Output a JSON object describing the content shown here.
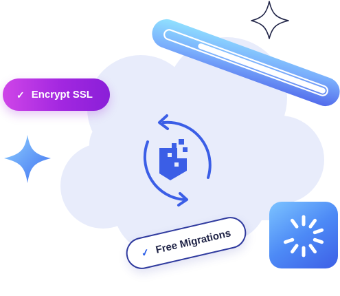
{
  "badges": {
    "ssl_label": "Encrypt SSL",
    "migration_label": "Free Migrations"
  },
  "icons": {
    "badge_check": "checkmark-icon",
    "center": "sync-arrows-icon",
    "logo": "pixel-logo-icon",
    "loader": "spinner-icon",
    "star_outline": "sparkle-outline-icon",
    "star_filled": "sparkle-filled-icon"
  },
  "progress": {
    "fill_fraction": 0.8
  },
  "colors": {
    "accent_blue": "#3b5ee6",
    "ssl_gradient_start": "#cf45e8",
    "ssl_gradient_end": "#8a1fd8",
    "cloud": "#e8ecfb",
    "migration_border": "#2f3a9e"
  }
}
